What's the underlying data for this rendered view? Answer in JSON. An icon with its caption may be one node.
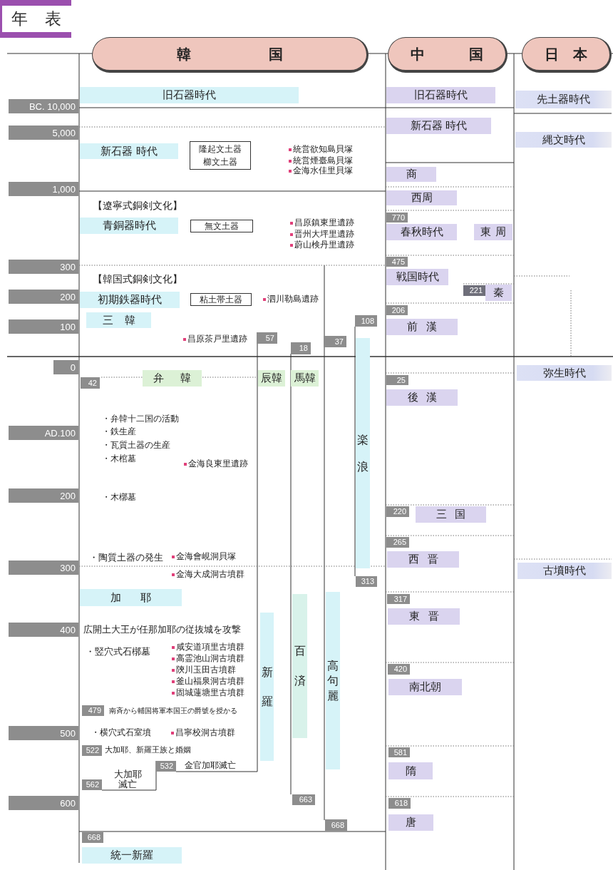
{
  "diagram": {
    "title": "年表",
    "nodes": [
      {
        "text": [
          "韓国"
        ]
      },
      {
        "text": [
          "中国"
        ]
      },
      {
        "text": [
          "日本"
        ]
      },
      {
        "text": [
          "旧石器時代"
        ]
      },
      {
        "text": [
          "旧石器時代"
        ]
      },
      {
        "text": [
          "先土器時代"
        ]
      },
      {
        "text": [
          "BC. 10,000"
        ]
      },
      {
        "text": [
          "新石器 時代"
        ]
      },
      {
        "text": [
          "5,000"
        ]
      },
      {
        "text": [
          "縄文時代"
        ]
      },
      {
        "text": [
          "隆起文土器",
          "櫛文土器"
        ]
      },
      {
        "text": [
          "新石器 時代"
        ]
      },
      {
        "text": [
          "商"
        ]
      },
      {
        "text": [
          "1,000"
        ]
      },
      {
        "text": [
          "西周"
        ]
      },
      {
        "text": [
          "770"
        ]
      },
      {
        "text": [
          "青銅器時代"
        ]
      },
      {
        "text": [
          "無文土器"
        ]
      },
      {
        "text": [
          "春秋時代"
        ]
      },
      {
        "text": [
          "東周"
        ]
      },
      {
        "text": [
          "475"
        ]
      },
      {
        "text": [
          "300"
        ]
      },
      {
        "text": [
          "戦国時代"
        ]
      },
      {
        "text": [
          "221"
        ]
      },
      {
        "text": [
          "秦"
        ]
      },
      {
        "text": [
          "200"
        ]
      },
      {
        "text": [
          "初期鉄器時代"
        ]
      },
      {
        "text": [
          "粘土帯土器"
        ]
      },
      {
        "text": [
          "206"
        ]
      },
      {
        "text": [
          "三韓"
        ]
      },
      {
        "text": [
          "108"
        ]
      },
      {
        "text": [
          "前漢"
        ]
      },
      {
        "text": [
          "100"
        ]
      },
      {
        "text": [
          "57"
        ]
      },
      {
        "text": [
          "37"
        ]
      },
      {
        "text": [
          "楽浪"
        ]
      },
      {
        "text": [
          "18"
        ]
      },
      {
        "text": [
          "0"
        ]
      },
      {
        "text": [
          "弥生時代"
        ]
      },
      {
        "text": [
          "弁韓"
        ]
      },
      {
        "text": [
          "辰韓"
        ]
      },
      {
        "text": [
          "馬韓"
        ]
      },
      {
        "text": [
          "25"
        ]
      },
      {
        "text": [
          "42"
        ]
      },
      {
        "text": [
          "後漢"
        ]
      },
      {
        "text": [
          "AD.100"
        ]
      },
      {
        "text": [
          "200"
        ]
      },
      {
        "text": [
          "220"
        ]
      },
      {
        "text": [
          "三国"
        ]
      },
      {
        "text": [
          "265"
        ]
      },
      {
        "text": [
          "西晋"
        ]
      },
      {
        "text": [
          "300"
        ]
      },
      {
        "text": [
          "古墳時代"
        ]
      },
      {
        "text": [
          "313"
        ]
      },
      {
        "text": [
          "加耶"
        ]
      },
      {
        "text": [
          "百済"
        ]
      },
      {
        "text": [
          "高句麗"
        ]
      },
      {
        "text": [
          "317"
        ]
      },
      {
        "text": [
          "東晋"
        ]
      },
      {
        "text": [
          "新羅"
        ]
      },
      {
        "text": [
          "400"
        ]
      },
      {
        "text": [
          "420"
        ]
      },
      {
        "text": [
          "南北朝"
        ]
      },
      {
        "text": [
          "479"
        ],
        "beside": [
          "南斉から輔国将軍本国王の爵號を授かる"
        ]
      },
      {
        "text": [
          "500"
        ]
      },
      {
        "text": [
          "522"
        ],
        "beside": [
          "大加耶、新羅王族と婚姻"
        ]
      },
      {
        "text": [
          "581"
        ]
      },
      {
        "text": [
          "532"
        ],
        "beside": [
          "金官加耶滅亡"
        ]
      },
      {
        "text": [
          "隋"
        ]
      },
      {
        "text": [
          "562"
        ],
        "beside": [
          "大加耶滅亡"
        ]
      },
      {
        "text": [
          "618"
        ]
      },
      {
        "text": [
          "663"
        ]
      },
      {
        "text": [
          "600"
        ]
      },
      {
        "text": [
          "唐"
        ]
      },
      {
        "text": [
          "668"
        ]
      },
      {
        "text": [
          "668"
        ]
      },
      {
        "text": [
          "統一新羅"
        ]
      }
    ],
    "labels": [
      "統営欲知島貝塚",
      "統営煙臺島貝塚",
      "金海水佳里貝塚",
      "【遼寧式銅剣文化】",
      "昌原鎮東里遺跡",
      "晋州大坪里遺跡",
      "蔚山検丹里遺跡",
      "【韓国式銅剣文化】",
      "泗川勒島遺跡",
      "昌原茶戸里遺跡",
      "・弁韓十二国の活動",
      "・鉄生産",
      "・瓦質土器の生産",
      "・木棺墓",
      "金海良東里遺跡",
      "・木槨墓",
      "・陶質土器の発生",
      "金海會峴洞貝塚",
      "金海大成洞古墳群",
      "広開土大王が任那加耶の従抜城を攻撃",
      "・竪穴式石槨墓",
      "咸安道項里古墳群",
      "高霊池山洞古墳群",
      "陝川玉田古墳群",
      "釜山福泉洞古墳群",
      "固城蓮塘里古墳群",
      "・横穴式石室墳",
      "昌寧校洞古墳群"
    ]
  }
}
